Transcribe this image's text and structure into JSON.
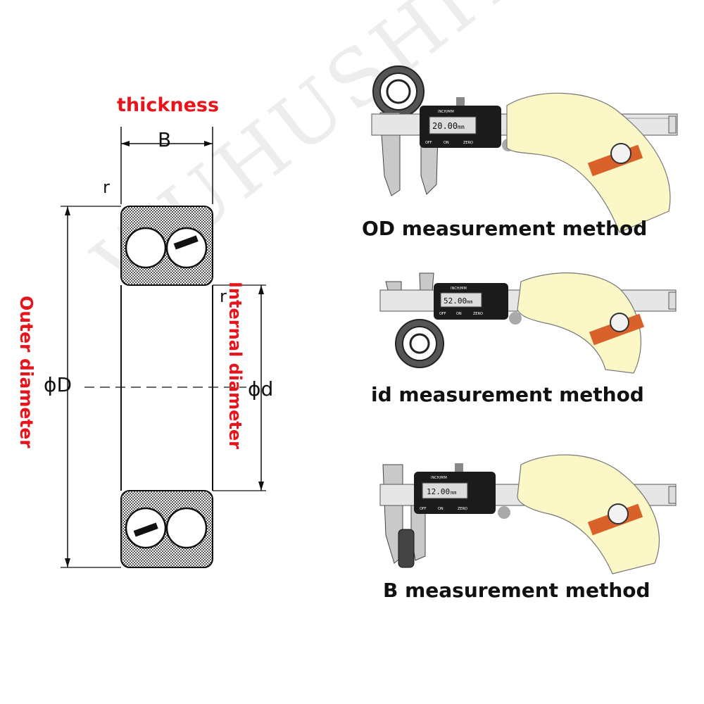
{
  "bearing_diagram": {
    "thickness_label": "thickness",
    "outer_diameter_label": "Outer diameter",
    "internal_diameter_label": "Internal diameter",
    "dim_B": "B",
    "dim_r_top": "r",
    "dim_r_inner": "r",
    "dim_D": "ϕD",
    "dim_d": "ϕd"
  },
  "watermark": "WUHUSHIYU",
  "methods": [
    {
      "caption": "OD measurement method",
      "readout": "20.00",
      "unit": "mm",
      "brand": "INCH/MM",
      "btn_off": "OFF",
      "btn_on": "ON",
      "btn_zero": "ZERO"
    },
    {
      "caption": "id measurement method",
      "readout": "52.00",
      "unit": "mm",
      "brand": "INCH/MM",
      "btn_off": "OFF",
      "btn_on": "ON",
      "btn_zero": "ZERO"
    },
    {
      "caption": "B measurement method",
      "readout": "12.00",
      "unit": "mm",
      "brand": "INCH/MM",
      "btn_off": "OFF",
      "btn_on": "ON",
      "btn_zero": "ZERO"
    }
  ],
  "colors": {
    "label_red": "#e8141c",
    "hand": "#fbf7c6",
    "strap": "#d9622b",
    "display_body": "#1b1b1b",
    "lcd": "#dcdcdc"
  }
}
